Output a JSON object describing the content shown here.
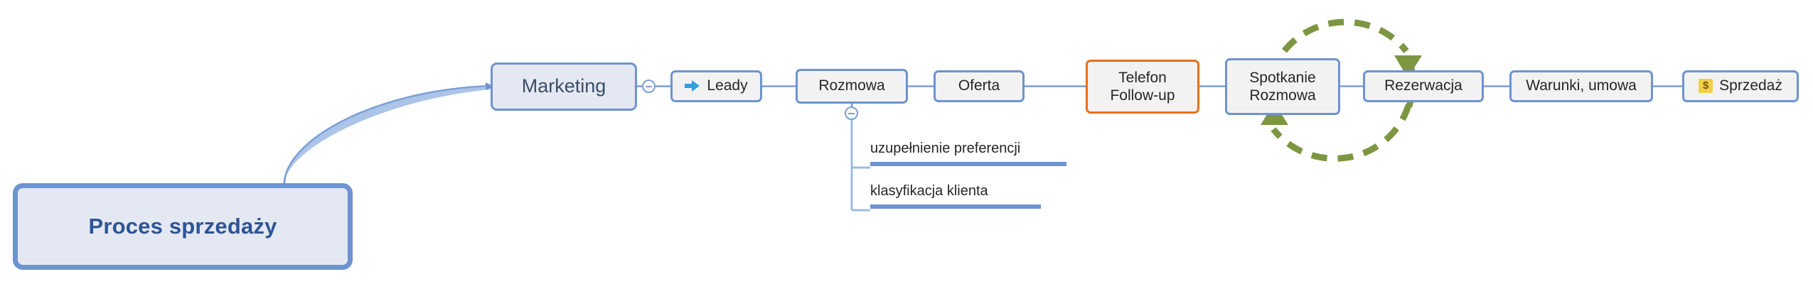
{
  "diagram": {
    "title": "Proces sprzedazy",
    "colors": {
      "node_border_blue": "#6e93d1",
      "node_fill_gray": "#f2f2f2",
      "root_fill_blue": "#e3e8f2",
      "root_text_blue": "#2e5496",
      "alert_border_orange": "#e8701a",
      "loop_green": "#7d9641",
      "icon_arrow_blue": "#2f9fdd",
      "icon_dollar_yellow": "#f2cf4b",
      "connector_blue": "#6e93d1"
    },
    "root": {
      "label": "Proces sprzedaży"
    },
    "nodes": [
      {
        "id": "marketing",
        "label": "Marketing"
      },
      {
        "id": "leady",
        "label": "Leady",
        "icon": "arrow-right-icon"
      },
      {
        "id": "rozmowa",
        "label": "Rozmowa"
      },
      {
        "id": "oferta",
        "label": "Oferta"
      },
      {
        "id": "telefon",
        "label_line1": "Telefon",
        "label_line2": "Follow-up",
        "state": "highlighted-orange"
      },
      {
        "id": "spotkanie",
        "label_line1": "Spotkanie",
        "label_line2": "Rozmowa"
      },
      {
        "id": "rezerwacja",
        "label": "Rezerwacja"
      },
      {
        "id": "warunki",
        "label": "Warunki, umowa"
      },
      {
        "id": "sprzedaz",
        "label": "Sprzedaż",
        "icon": "dollar-icon"
      }
    ],
    "sub_branches": {
      "parent": "rozmowa",
      "items": [
        {
          "label": "uzupełnienie preferencji"
        },
        {
          "label": "klasyfikacja klienta"
        }
      ]
    },
    "toggles": [
      {
        "id": "marketing-toggle",
        "state": "expanded",
        "glyph": "minus"
      },
      {
        "id": "rozmowa-toggle",
        "state": "expanded",
        "glyph": "minus"
      }
    ],
    "loop": {
      "from": "spotkanie",
      "to": "rezerwacja",
      "style": "dashed-circular-bidirectional",
      "color": "#7d9641"
    }
  }
}
